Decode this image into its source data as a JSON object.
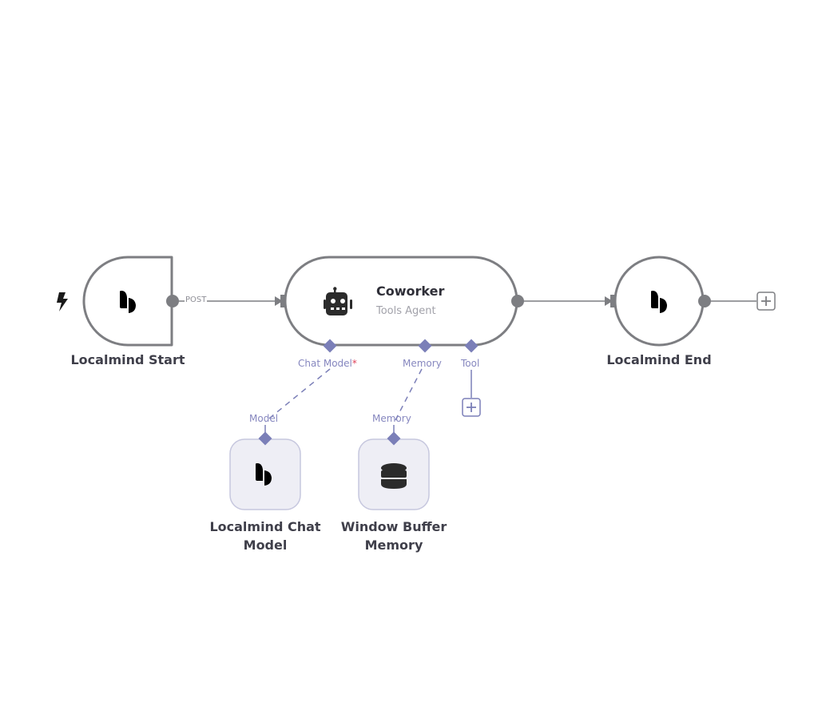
{
  "workflow": {
    "colors": {
      "node_border": "#7d7e82",
      "port": "#7d7e82",
      "ai_port": "#7b7fb8",
      "ai_label": "#8687bf",
      "sub_node_fill": "#eeeef5",
      "sub_node_border": "#c6c7de",
      "required_marker": "#e0425a"
    },
    "nodes": {
      "start": {
        "label": "Localmind Start",
        "icon": "localmind-logo-icon",
        "trigger_icon": "lightning-bolt-icon"
      },
      "agent": {
        "title": "Coworker",
        "subtitle": "Tools Agent",
        "icon": "robot-icon"
      },
      "end": {
        "label": "Localmind End",
        "icon": "localmind-logo-icon"
      },
      "chat_model": {
        "label_line1": "Localmind Chat",
        "label_line2": "Model",
        "icon": "localmind-logo-icon",
        "port_label": "Model"
      },
      "memory": {
        "label_line1": "Window Buffer",
        "label_line2": "Memory",
        "icon": "database-icon",
        "port_label": "Memory"
      }
    },
    "connections": {
      "start_to_agent_label": "POST"
    },
    "agent_ports": {
      "chat_model": "Chat Model",
      "chat_model_required": "*",
      "memory": "Memory",
      "tool": "Tool"
    },
    "add_buttons": {
      "after_end": "+",
      "add_tool": "+"
    }
  }
}
